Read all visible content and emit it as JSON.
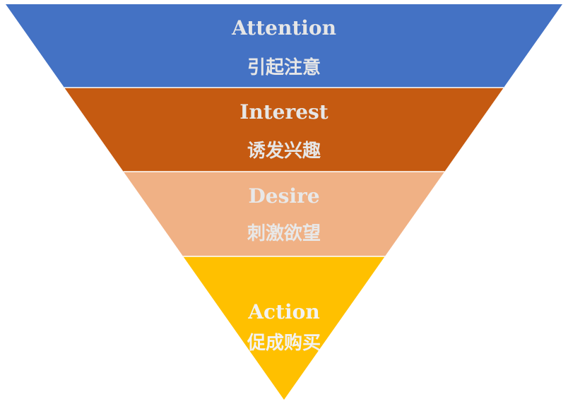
{
  "stages": [
    {
      "title": "Attention",
      "subtitle": "引起注意",
      "color": "#4472C4",
      "text_color": "#E6E6E6"
    },
    {
      "title": "Interest",
      "subtitle": "诱发兴趣",
      "color": "#C55A11",
      "text_color": "#E6E6E6"
    },
    {
      "title": "Desire",
      "subtitle": "刺激欲望",
      "color": "#F0B185",
      "text_color": "#E8E8E8"
    },
    {
      "title": "Action",
      "subtitle": "促成购买",
      "color": "#FFC000",
      "text_color": "#F2F2F2"
    }
  ]
}
